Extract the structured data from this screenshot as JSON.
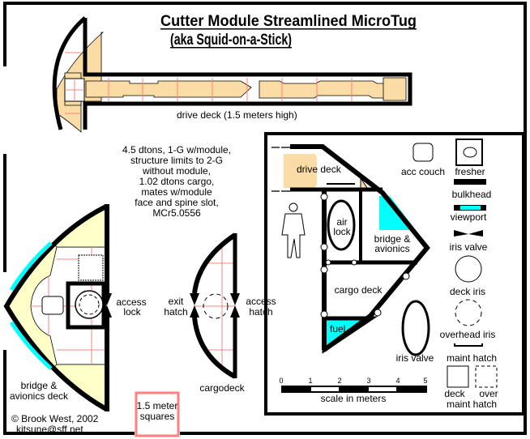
{
  "title": {
    "line1": "Cutter Module Streamlined MicroTug",
    "line2": "(aka Squid-on-a-Stick)"
  },
  "labels": {
    "drive_deck_caption": "drive deck  (1.5 meters high)",
    "specs": [
      "4.5 dtons, 1-G w/module,",
      "structure limits to 2-G",
      "without module,",
      "1.02 dtons cargo,",
      "mates w/module",
      "face and spine slot,",
      "MCr5.0556"
    ],
    "access_lock": [
      "access",
      "lock"
    ],
    "exit_hatch": [
      "exit",
      "hatch"
    ],
    "access_hatch": [
      "access",
      "hatch"
    ],
    "bridge_deck": [
      "bridge &",
      "avionics deck"
    ],
    "cargo_deck": "cargodeck",
    "grid_note": [
      "1.5 meter",
      "squares"
    ],
    "copyright": "© Brook West, 2002",
    "email": "kitsune@sff.net"
  },
  "side_view": {
    "drive_deck": "drive deck",
    "air_lock": [
      "air",
      "lock"
    ],
    "bridge": [
      "bridge &",
      "avionics"
    ],
    "cargo_deck": "cargo deck",
    "fuel": "fuel"
  },
  "legend": {
    "acc_couch": "acc couch",
    "fresher": "fresher",
    "bulkhead": "bulkhead",
    "viewport": "viewport",
    "iris_valve_symbol": "iris valve",
    "deck_iris": "deck iris",
    "overhead_iris": "overhead iris",
    "iris_valve": "iris valve",
    "maint_hatch": "maint hatch",
    "deck_maint": [
      "deck",
      "maint hatch"
    ],
    "over": "over"
  },
  "scale": {
    "ticks": [
      "0",
      "1",
      "2",
      "3",
      "4",
      "5"
    ],
    "label": "scale in meters"
  },
  "colors": {
    "tan": "#fadca4",
    "yellow": "#ffffc8",
    "cyan": "#00ffff",
    "grid": "#ff8080"
  }
}
